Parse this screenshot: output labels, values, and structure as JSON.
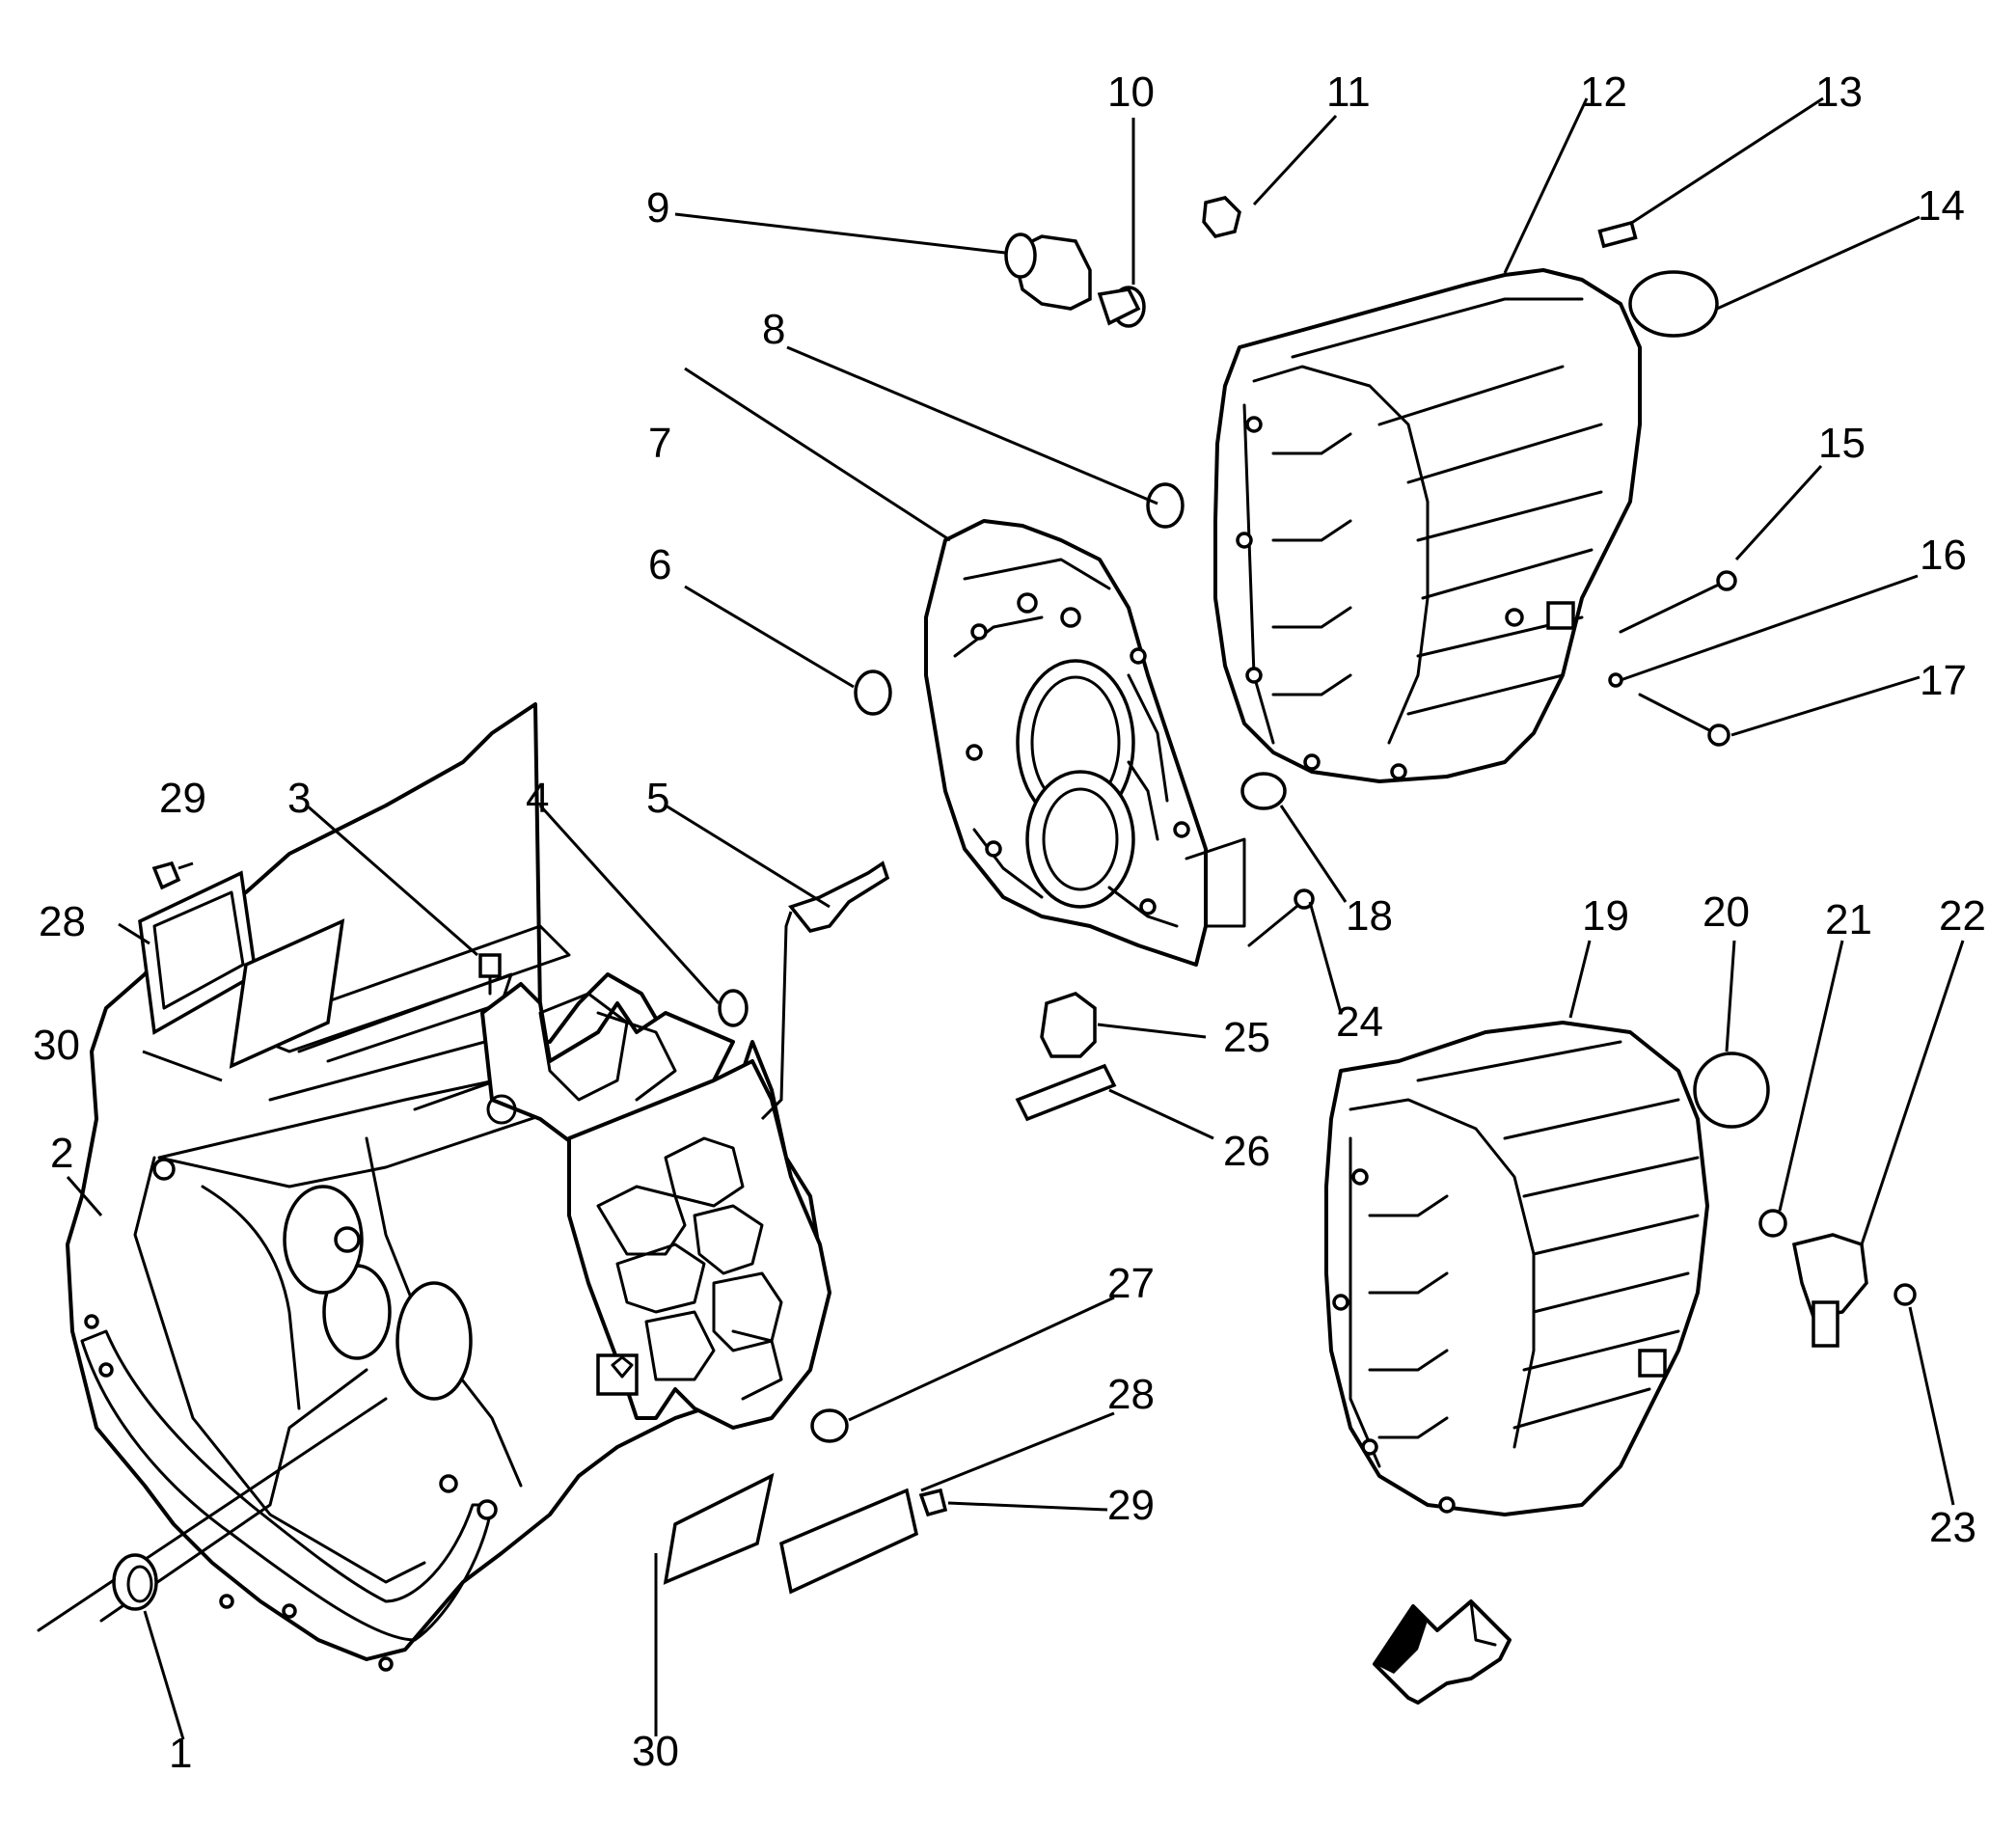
{
  "diagram": {
    "callouts": [
      "1",
      "2",
      "3",
      "4",
      "5",
      "6",
      "7",
      "8",
      "9",
      "10",
      "11",
      "12",
      "13",
      "14",
      "15",
      "16",
      "17",
      "18",
      "19",
      "20",
      "21",
      "22",
      "23",
      "24",
      "25",
      "26",
      "27",
      "28",
      "29",
      "30"
    ],
    "extra_callouts": {
      "28b": "28",
      "29b": "29",
      "30b": "30"
    },
    "direction_arrow_icon": "front-direction-arrow-icon"
  }
}
